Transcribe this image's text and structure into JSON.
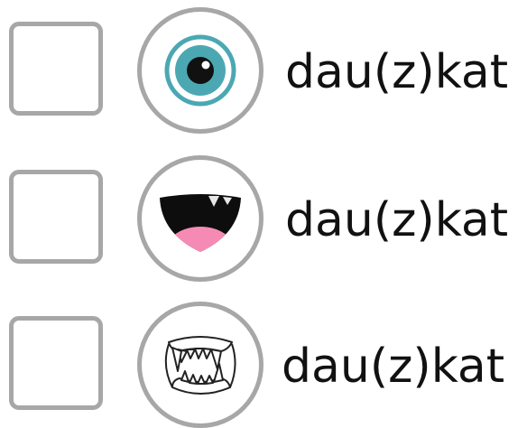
{
  "options": [
    {
      "label": "dau(z)kat",
      "icon": "eye-icon",
      "checked": false
    },
    {
      "label": "dau(z)kat",
      "icon": "open-mouth-icon",
      "checked": false
    },
    {
      "label": "dau(z)kat",
      "icon": "fangs-icon",
      "checked": false
    }
  ],
  "colors": {
    "border": "#a7a7a7",
    "iris": "#4ba8b3",
    "pupil": "#111111",
    "mouth": "#0d0d0d",
    "tongue": "#f58bb4"
  }
}
